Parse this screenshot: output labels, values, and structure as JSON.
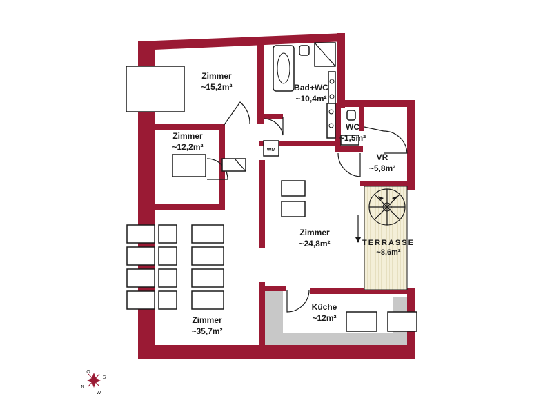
{
  "rooms": {
    "zimmer_15": {
      "name": "Zimmer",
      "area": "~15,2m²"
    },
    "bad_wc": {
      "name": "Bad+WC",
      "area": "~10,4m²"
    },
    "wc": {
      "name": "WC",
      "area": "~1,5m²"
    },
    "zimmer_12": {
      "name": "Zimmer",
      "area": "~12,2m²"
    },
    "vr": {
      "name": "VR",
      "area": "~5,8m²"
    },
    "zimmer_24": {
      "name": "Zimmer",
      "area": "~24,8m²"
    },
    "terrasse": {
      "name": "TERRASSE",
      "area": "~8,6m²"
    },
    "kueche": {
      "name": "Küche",
      "area": "~12m²"
    },
    "zimmer_35": {
      "name": "Zimmer",
      "area": "~35,7m²"
    }
  },
  "fixtures": {
    "washing_machine": "WM"
  },
  "compass": {
    "n": "N",
    "o": "O",
    "s": "S",
    "w": "W"
  },
  "colors": {
    "wall": "#9a1a34",
    "terrace_hatch": "#efe6c8",
    "grey_floor": "#c8c8c8"
  }
}
